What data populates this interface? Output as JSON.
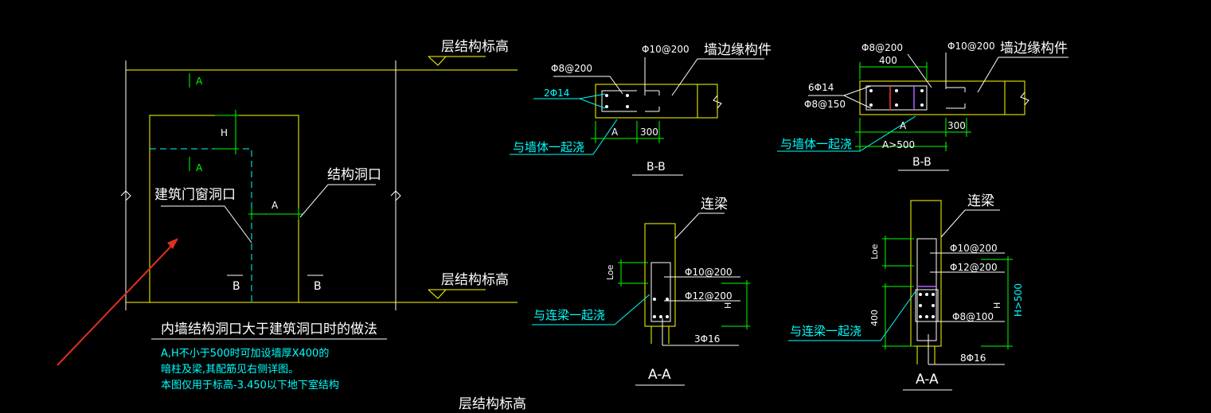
{
  "colors": {
    "background": "#000000",
    "outline": "#ffff00",
    "dimension": "#00ff00",
    "annotation": "#00ffff",
    "rebar": "#ffffff",
    "arrow": "#e03020"
  },
  "labels": {
    "floor_top": "层结构标高",
    "floor_mid": "层结构标高",
    "floor_bottom": "层结构标高",
    "section_a_top": "A",
    "section_a_mid": "A",
    "section_b_left": "B",
    "section_b_right": "B",
    "dim_h": "H",
    "dim_a": "A",
    "arch_opening": "建筑门窗洞口",
    "struct_opening": "结构洞口"
  },
  "notes": {
    "title": "内墙结构洞口大于建筑洞口时的做法",
    "line1": "A,H不小于500时可加设墙厚X400的",
    "line2": "暗柱及梁,其配筋见右侧详图。",
    "line3": "本图仅用于标高-3.450以下地下室结构"
  },
  "bb_small": {
    "rebar_top": "Φ10@200",
    "stirrup": "Φ8@200",
    "bars": "2Φ14",
    "component": "墙边缘构件",
    "pour": "与墙体一起浇",
    "dim_a": "A",
    "dim_300": "300",
    "title": "B-B"
  },
  "bb_large": {
    "stirrup_top": "Φ8@200",
    "rebar_top": "Φ10@200",
    "dim_400": "400",
    "component": "墙边缘构件",
    "bars": "6Φ14",
    "stirrup_side": "Φ8@150",
    "pour": "与墙体一起浇",
    "dim_a": "A",
    "dim_300": "300",
    "dim_a500": "A>500",
    "title": "B-B"
  },
  "aa_small": {
    "beam": "连梁",
    "loe": "Loe",
    "rebar1": "Φ10@200",
    "rebar2": "Φ12@200",
    "dim_h": "H",
    "pour": "与连梁一起浇",
    "bars": "3Φ16",
    "title": "A-A"
  },
  "aa_large": {
    "beam": "连梁",
    "loe": "Loe",
    "rebar1": "Φ10@200",
    "rebar2": "Φ12@200",
    "dim_400": "400",
    "dim_h": "H",
    "dim_h500": "H>500",
    "pour": "与连梁一起浇",
    "stirrup": "Φ8@100",
    "bars": "8Φ16",
    "title": "A-A"
  }
}
